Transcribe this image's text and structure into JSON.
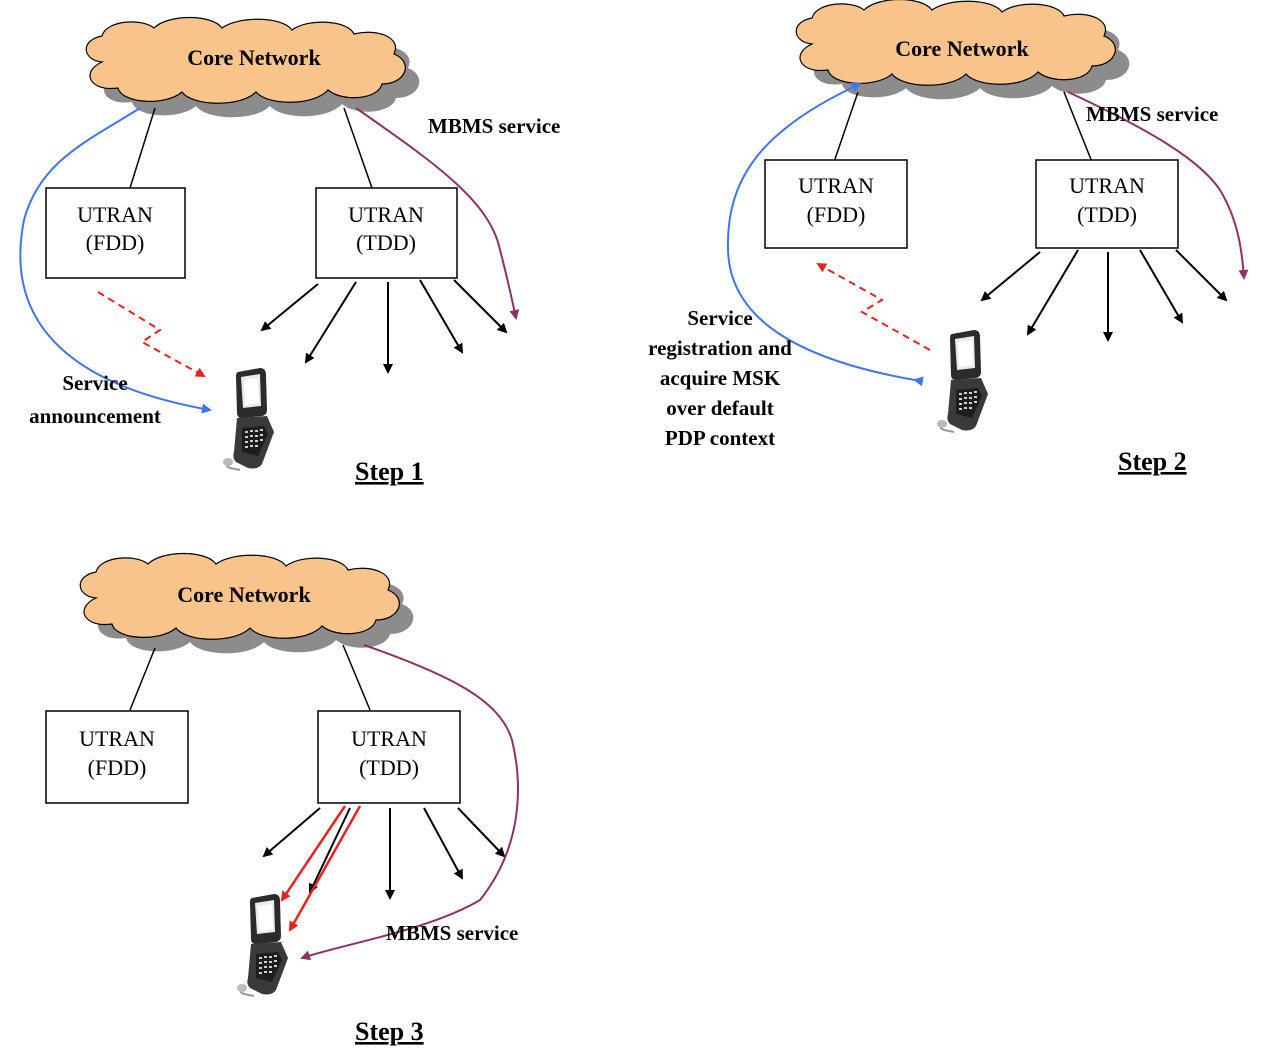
{
  "colors": {
    "cloud_fill": "#F9C48C",
    "cloud_shadow": "#8C8C8C",
    "blue_arrow": "#3F74F4",
    "purple_arrow": "#8C3268",
    "red_arrow": "#E8231F"
  },
  "step1": {
    "cloud": "Core Network",
    "fdd_line1": "UTRAN",
    "fdd_line2": "(FDD)",
    "tdd_line1": "UTRAN",
    "tdd_line2": "(TDD)",
    "mbms": "MBMS service",
    "announce_line1": "Service",
    "announce_line2": "announcement",
    "step": "Step 1"
  },
  "step2": {
    "cloud": "Core Network",
    "fdd_line1": "UTRAN",
    "fdd_line2": "(FDD)",
    "tdd_line1": "UTRAN",
    "tdd_line2": "(TDD)",
    "mbms": "MBMS service",
    "reg_line1": "Service",
    "reg_line2": "registration and",
    "reg_line3": "acquire MSK",
    "reg_line4": "over default",
    "reg_line5": "PDP context",
    "step": "Step 2"
  },
  "step3": {
    "cloud": "Core Network",
    "fdd_line1": "UTRAN",
    "fdd_line2": "(FDD)",
    "tdd_line1": "UTRAN",
    "tdd_line2": "(TDD)",
    "mbms": "MBMS service",
    "step": "Step 3"
  }
}
